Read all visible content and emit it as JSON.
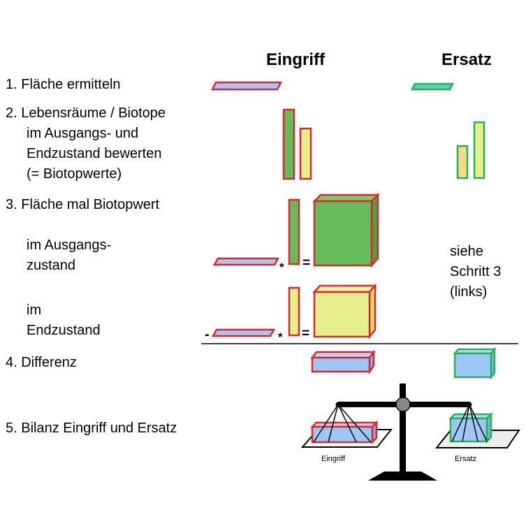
{
  "headers": {
    "eingriff": "Eingriff",
    "ersatz": "Ersatz"
  },
  "steps": {
    "step1": "1. Fläche ermitteln",
    "step2_line1": "2. Lebensräume / Biotope",
    "step2_line2": "im  Ausgangs- und",
    "step2_line3": "Endzustand bewerten",
    "step2_line4": "(= Biotopwerte)",
    "step3": "3. Fläche mal Biotopwert",
    "ausgang_line1": "im Ausgangs-",
    "ausgang_line2": "zustand",
    "end_line1": "im",
    "end_line2": "Endzustand",
    "step4": "4. Differenz",
    "step5": "5. Bilanz Eingriff und Ersatz"
  },
  "ersatz_note": {
    "line1": "siehe",
    "line2": "Schritt 3",
    "line3": "(links)"
  },
  "operators": {
    "multiply": "*",
    "equals": "=",
    "minus": "-"
  },
  "scale_labels": {
    "eingriff": "Eingriff",
    "ersatz": "Ersatz"
  },
  "colors": {
    "eingriff_outline": "#e0262c",
    "ersatz_outline": "#22b257",
    "area_fill": "#a9c6f2",
    "ersatz_area_fill": "#5fcfb8",
    "biotope_high": "#66bb5a",
    "biotope_low": "#e6ee8c",
    "biotope_mid": "#f2dc8c",
    "difference_fill": "#9cc8f6",
    "balance": "#000000",
    "pivot": "#888888"
  }
}
